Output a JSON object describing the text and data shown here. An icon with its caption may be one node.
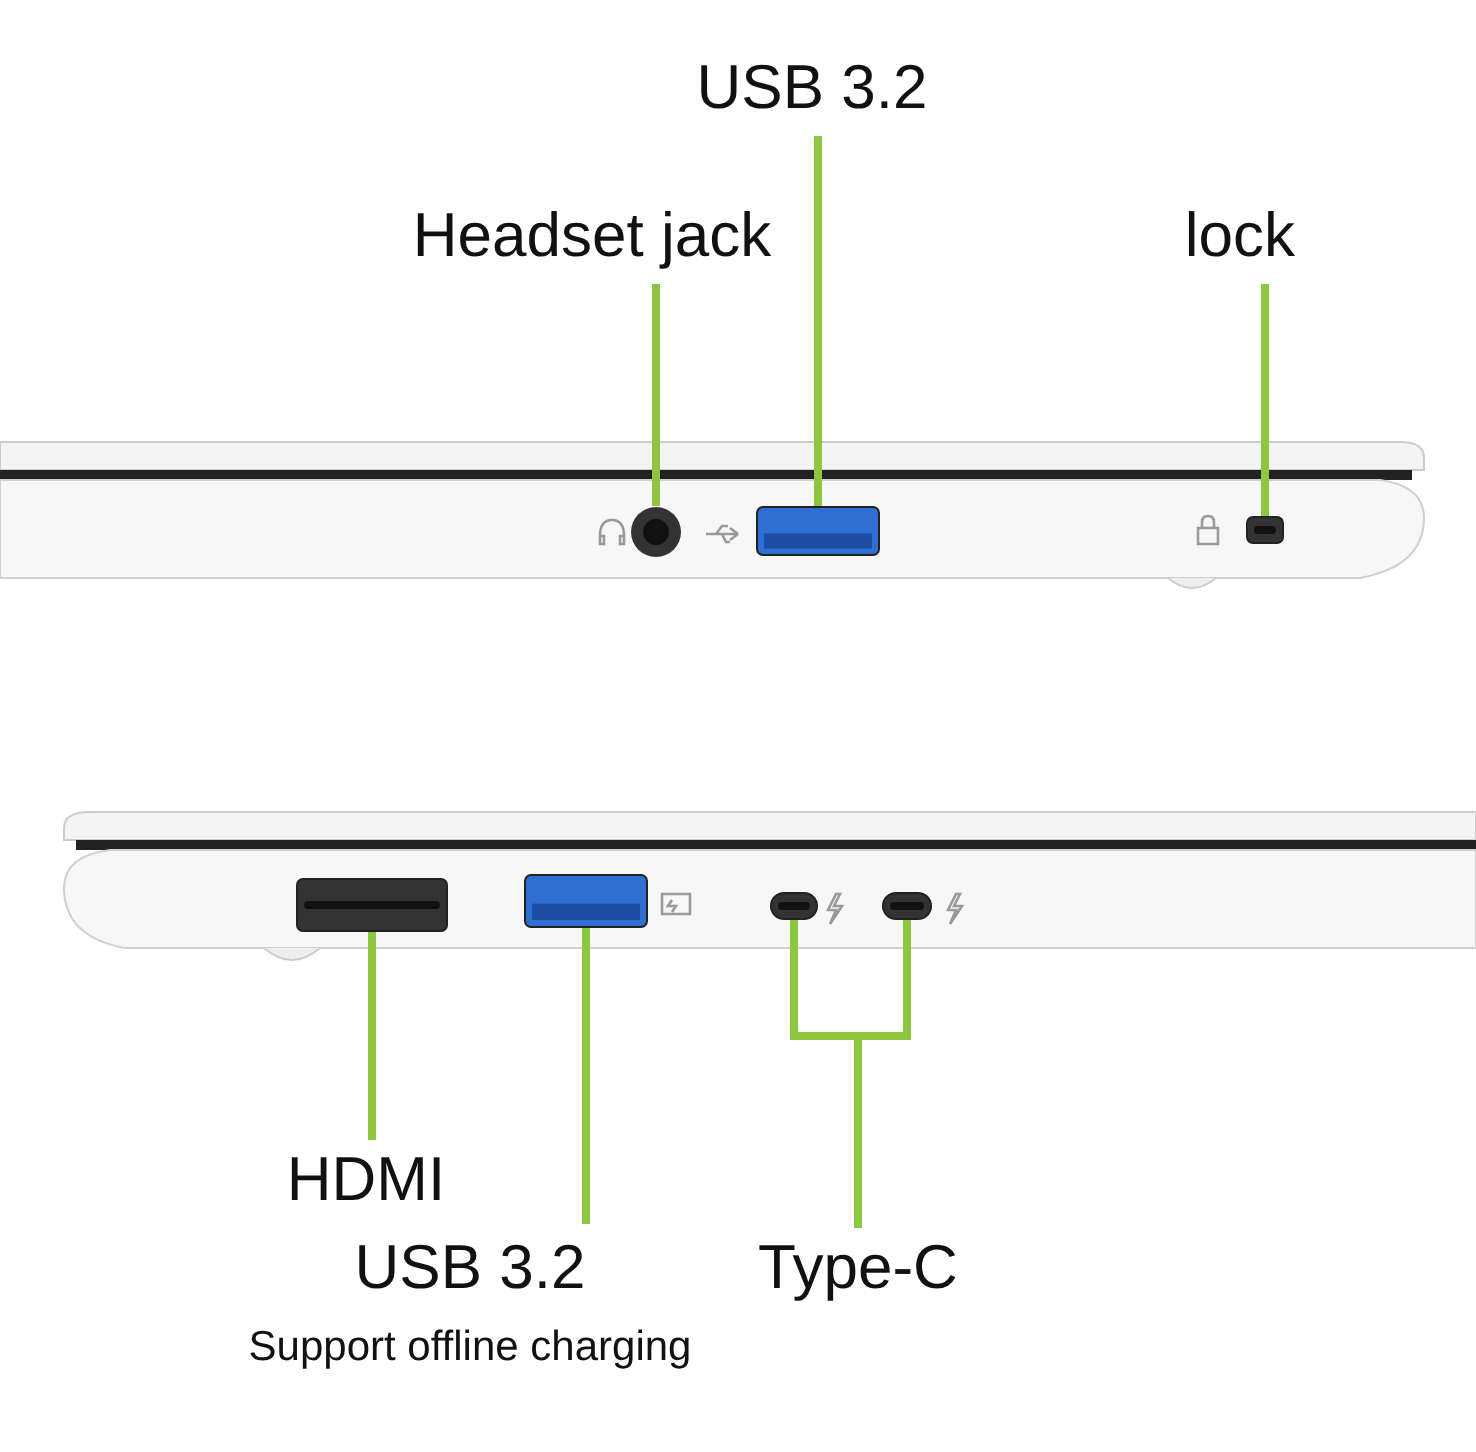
{
  "diagram": {
    "nodes": [
      {
        "text": [
          "USB 3.2"
        ]
      },
      {
        "text": [
          "Headset jack"
        ]
      },
      {
        "text": [
          "lock"
        ]
      },
      {
        "text": [],
        "shape": "circle"
      },
      {
        "text": [],
        "shape": "box"
      },
      {
        "text": [],
        "shape": "box"
      },
      {
        "text": [],
        "shape": "box"
      },
      {
        "text": [],
        "shape": "box"
      },
      {
        "text": [],
        "shape": "box"
      },
      {
        "text": [],
        "shape": "box"
      },
      {
        "text": [
          "HDMI"
        ]
      },
      {
        "text": [
          "USB 3.2",
          "Support offline charging"
        ]
      },
      {
        "text": [
          "Type-C"
        ]
      }
    ],
    "edges": [
      {
        "from": 0,
        "to": 4,
        "arrow": "none"
      },
      {
        "from": 1,
        "to": 3,
        "arrow": "none"
      },
      {
        "from": 2,
        "to": 5,
        "arrow": "none"
      },
      {
        "from": 10,
        "to": 6,
        "arrow": "none"
      },
      {
        "from": 11,
        "to": 7,
        "arrow": "none"
      },
      {
        "from": 12,
        "to": 8,
        "arrow": "none"
      },
      {
        "from": 12,
        "to": 9,
        "arrow": "none"
      }
    ]
  }
}
